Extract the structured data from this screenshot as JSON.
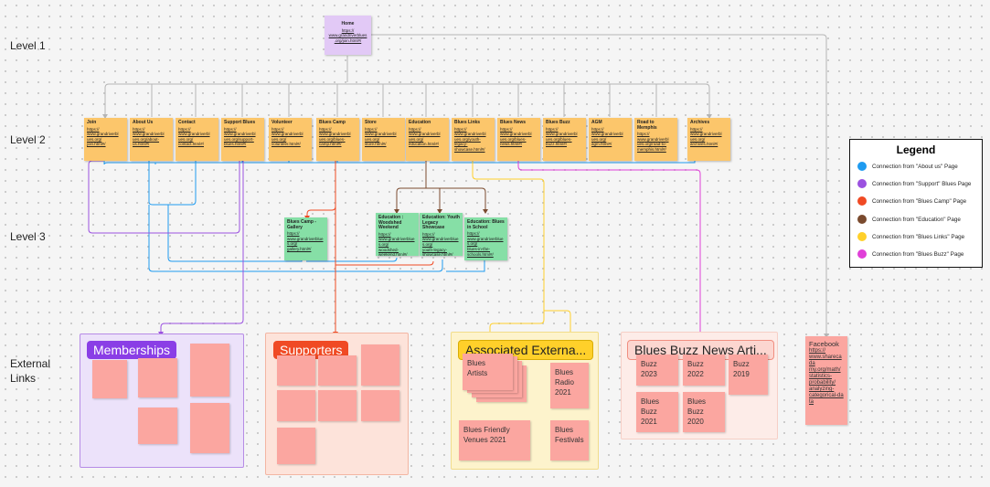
{
  "levels": [
    "Level 1",
    "Level 2",
    "Level 3",
    "External\nLinks"
  ],
  "home": {
    "title": "Home",
    "url": "https://\nwww.grandriverblues\n.org/join.html#/"
  },
  "level2": [
    {
      "title": "Join",
      "url": "https://\nwww.grandriverbl\nues.org/\njoin.html#/"
    },
    {
      "title": "About Us",
      "url": "https://\nwww.grandriverbl\nues.org/about-\nus.html#/"
    },
    {
      "title": "Contact",
      "url": "https://\nwww.grandriverbl\nues.org/\ncontact.html#/"
    },
    {
      "title": "Support Blues",
      "url": "https://\nwww.grandriverbl\nues.org/support-\nblues.html#/"
    },
    {
      "title": "Volunteer",
      "url": "https://\nwww.grandriverbl\nues.org/\nvolunteer.html#/"
    },
    {
      "title": "Blues Camp",
      "url": "https://\nwww.grandriverbl\nues.org/blues-\ncamp.html#/"
    },
    {
      "title": "Store",
      "url": "https://\nwww.grandriverbl\nues.org/\nstore.html#/"
    },
    {
      "title": "Education",
      "url": "https://\nwww.grandriverbl\nues.org/\neducation.html#/"
    },
    {
      "title": "Blues Links",
      "url": "https://\nwww.grandriverbl\nues.org/youth-\nlegacy-\nshowcase.html#/"
    },
    {
      "title": "Blues News",
      "url": "https://\nwww.grandriverbl\nues.org/blues-\nnews.html#/"
    },
    {
      "title": "Blues Buzz",
      "url": "https://\nwww.grandriverbl\nues.org/blues-\nbuzz.html#/"
    },
    {
      "title": "AGM",
      "url": "https://\nwww.grandriverbl\nues.org/\nagm.html#/"
    },
    {
      "title": "Road to Memphis",
      "url": "https://\nwww.grandriverbl\nues.org/road-to-\nmemphis.html#/"
    },
    {
      "title": "Archives",
      "url": "https://\nwww.grandriverbl\nues.org/\narchives.html#/"
    }
  ],
  "level3": [
    {
      "title": "Blues Camp - Gallery",
      "url": "https://\nwww.grandriverblues.org/\ngallery.html#/"
    },
    {
      "title": "Education : Woodshed Weekend",
      "url": "https://\nwww.grandriverblues.org/\nwoodshed-\nweekend.html#/"
    },
    {
      "title": "Education: Youth Legacy Showcase",
      "url": "https://\nwww.grandriverblues.org/\nyouth-legacy-\nshowcase.html#/"
    },
    {
      "title": "Education: Blues in School",
      "url": "https://\nwww.grandriverblues.org/\nblues-in-the-\nschools.html#/"
    }
  ],
  "sections": {
    "memberships": {
      "title": "Memberships"
    },
    "supporters": {
      "title": "Supporters"
    },
    "associated": {
      "title": "Associated Externa..."
    },
    "buzz": {
      "title": "Blues Buzz News Arti..."
    }
  },
  "associated_notes": [
    "Blues\nArtists",
    "Blues\nRadio\n2021",
    "Blues Friendly\nVenues 2021",
    "Blues\nFestivals"
  ],
  "buzz_notes": [
    "Buzz 2023",
    "Buzz 2022",
    "Buzz\n2019",
    "Blues\nBuzz 2021",
    "Blues\nBuzz 2020"
  ],
  "facebook": {
    "title": "Facebook",
    "url": "https://\nwww.sharecada\nmy.org/math/\nstatistics-\nprobability/\nanalyzing-\ncategorical-data"
  },
  "legend": {
    "title": "Legend",
    "items": [
      {
        "label": "Connection from \"About us\" Page",
        "color": "#1e9bf0"
      },
      {
        "label": "Connection from \"Support\" Blues Page",
        "color": "#9b51e0"
      },
      {
        "label": "Connection from \"Blues Camp\" Page",
        "color": "#f04a24"
      },
      {
        "label": "Connection from \"Education\" Page",
        "color": "#7a4a2e"
      },
      {
        "label": "Connection from \"Blues Links\" Page",
        "color": "#ffd02a"
      },
      {
        "label": "Connection from \"Blues Buzz\" Page",
        "color": "#e040d8"
      }
    ]
  }
}
